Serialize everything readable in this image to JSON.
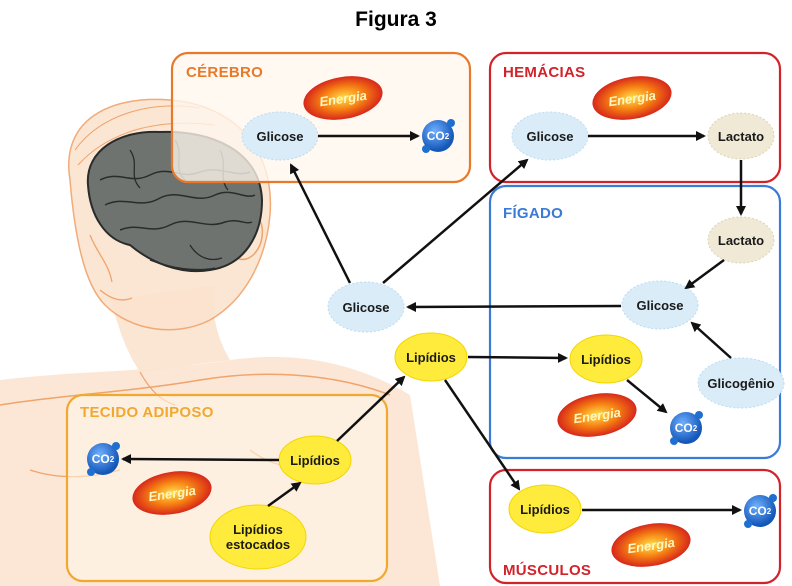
{
  "figure_title": "Figura 3",
  "regions": {
    "cerebro": "CÉREBRO",
    "hemacias": "HEMÁCIAS",
    "figado": "FÍGADO",
    "tecido": "TECIDO ADIPOSO",
    "musculos": "MÚSCULOS"
  },
  "nodes": {
    "glicose_cerebro": "Glicose",
    "glicose_hemacias": "Glicose",
    "lactato_hemacias": "Lactato",
    "lactato_figado": "Lactato",
    "glicose_figado": "Glicose",
    "glicogenio": "Glicogênio",
    "lipidios_figado": "Lipídios",
    "glicose_central": "Glicose",
    "lipidios_central": "Lipídios",
    "lipidios_tecido": "Lipídios",
    "lipidios_estocados": "Lipídios estocados",
    "lipidios_musculos": "Lipídios"
  },
  "energy_label": "Energia",
  "co2": {
    "main": "CO",
    "sub": "2"
  },
  "colors": {
    "cerebro": "#e8792a",
    "hemacias": "#d2232a",
    "figado": "#3a7bd5",
    "tecido": "#f0a830",
    "musculos": "#d2232a",
    "glucose_fill": "#d9ecf8",
    "lipid_fill": "#ffeb3b",
    "lactate_fill": "#efe9d6",
    "co2_fill": "#1e6fd0",
    "skin": "#fbe3cf",
    "body_line": "#f0a36a"
  }
}
